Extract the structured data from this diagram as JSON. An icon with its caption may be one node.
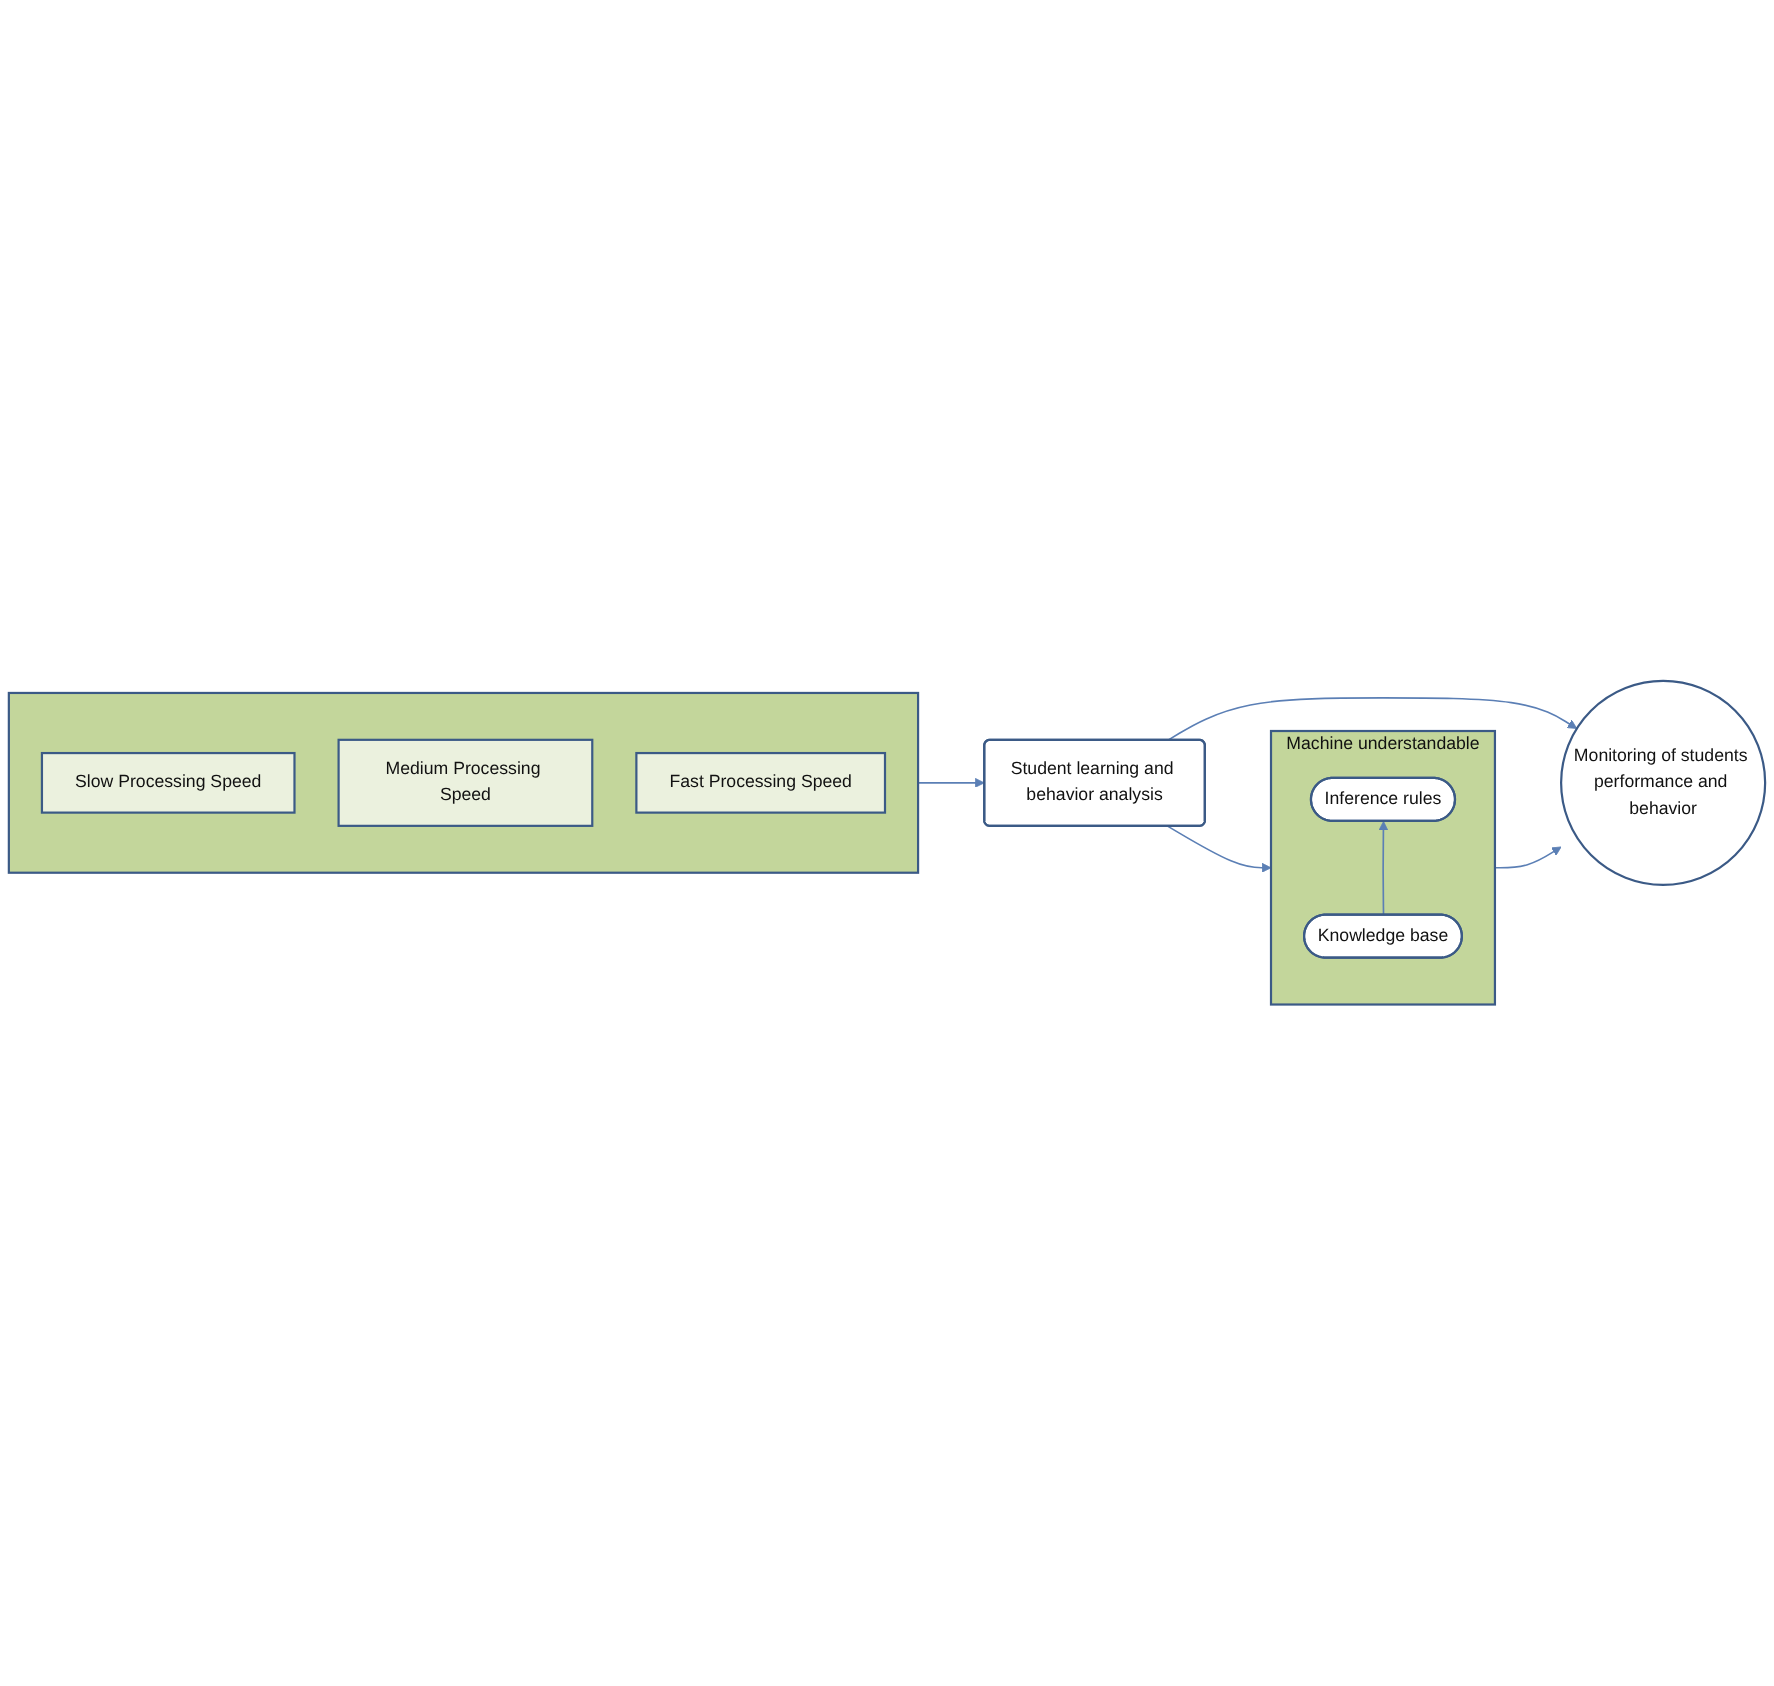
{
  "diagram": {
    "nodes": [
      {
        "text": [
          "Monitoring of students performance and behavior"
        ]
      },
      {
        "text": [],
        "shape": "box"
      },
      {
        "text": [
          "Slow Processing Speed"
        ],
        "in": 1
      },
      {
        "text": [
          "Medium Processing Speed"
        ],
        "in": 1
      },
      {
        "text": [
          "Fast Processing Speed"
        ],
        "in": 1
      },
      {
        "text": [
          "Student learning and behavior analysis"
        ]
      },
      {
        "text": [
          "Machine understandable"
        ]
      },
      {
        "text": [
          "Inference rules"
        ],
        "in": 6
      },
      {
        "text": [
          "Knowledge base"
        ],
        "in": 6
      }
    ],
    "edges": [
      {
        "from": 1,
        "to": 5,
        "arrow": "to"
      },
      {
        "from": 5,
        "to": 0,
        "arrow": "to"
      },
      {
        "from": 5,
        "to": 6,
        "arrow": "to"
      },
      {
        "from": 6,
        "to": 0,
        "arrow": "to"
      },
      {
        "from": 8,
        "to": 7,
        "arrow": "to"
      }
    ]
  }
}
